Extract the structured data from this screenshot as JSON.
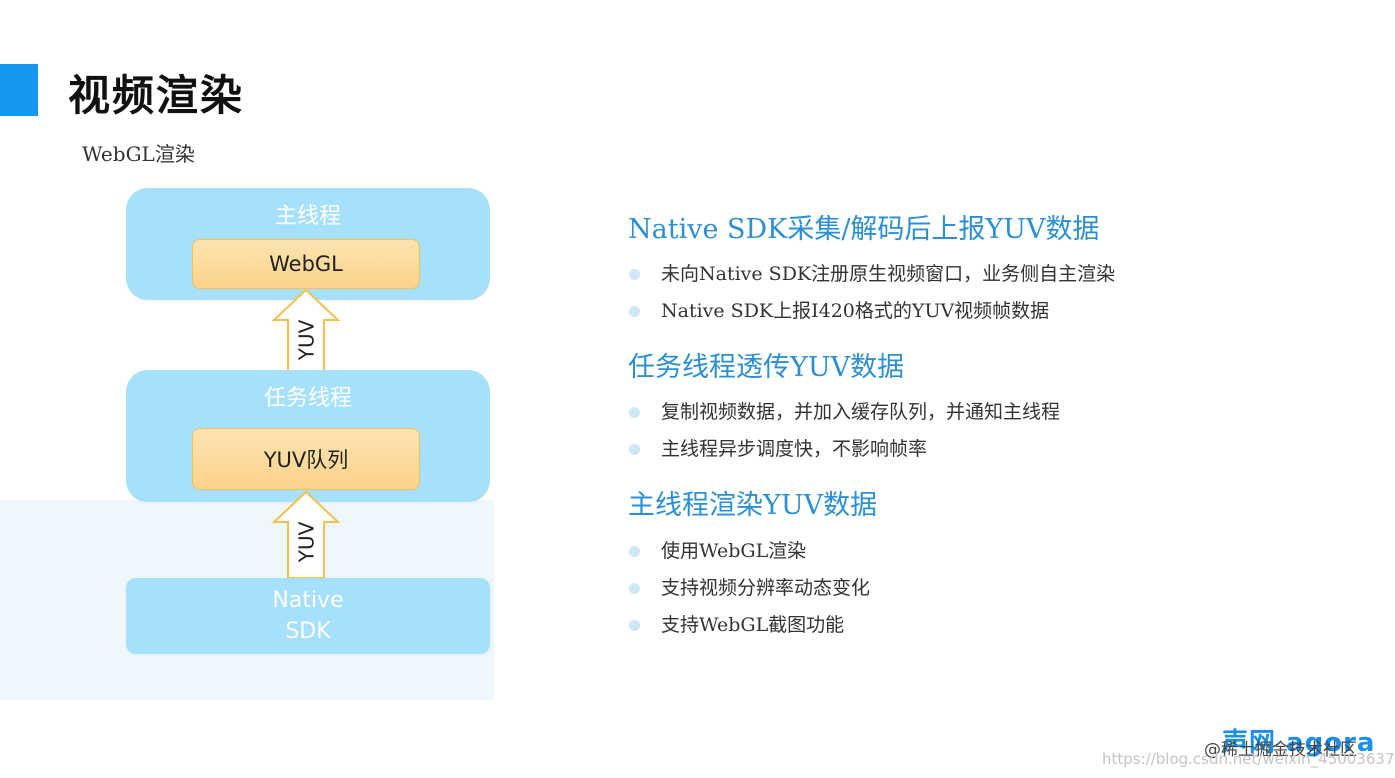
{
  "slide": {
    "title": "视频渲染",
    "subtitle": "WebGL渲染"
  },
  "diagram": {
    "layers": [
      {
        "label": "主线程",
        "inner": "WebGL"
      },
      {
        "label": "任务线程",
        "inner": "YUV队列"
      },
      {
        "label_line1": "Native",
        "label_line2": "SDK"
      }
    ],
    "arrows": [
      {
        "label": "YUV"
      },
      {
        "label": "YUV"
      }
    ]
  },
  "sections": [
    {
      "heading": "Native SDK采集/解码后上报YUV数据",
      "bullets": [
        "未向Native SDK注册原生视频窗口，业务侧自主渲染",
        "Native SDK上报I420格式的YUV视频帧数据"
      ]
    },
    {
      "heading": "任务线程透传YUV数据",
      "bullets": [
        "复制视频数据，并加入缓存队列，并通知主线程",
        "主线程异步调度快，不影响帧率"
      ]
    },
    {
      "heading": "主线程渲染YUV数据",
      "bullets": [
        "使用WebGL渲染",
        "支持视频分辨率动态变化",
        "支持WebGL截图功能"
      ]
    }
  ],
  "footer": {
    "logo": "声网 agora",
    "community": "@稀土掘金技术社区",
    "url": "https://blog.csdn.net/weixin_45003637"
  },
  "colors": {
    "accent": "#1597f0",
    "layer": "#a6e0fa",
    "inner_box": "#fcd38a",
    "heading": "#2b8fd3"
  }
}
